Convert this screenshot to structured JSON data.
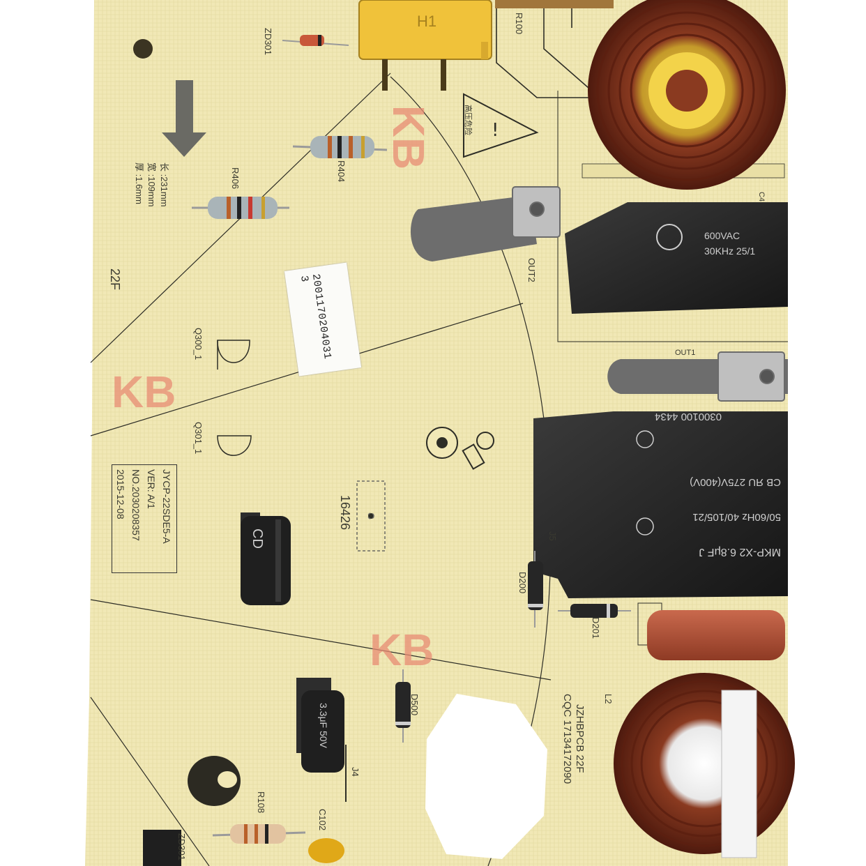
{
  "photo": {
    "subject": "induction cooker power PCB",
    "colors": {
      "board": "#f1e8b6",
      "coil_copper": "#7a2f1c",
      "capacitor_black": "#262626",
      "relay_yellow": "#f0c23a",
      "cap_red": "#b5533a",
      "kb_mark": "#e88c74"
    }
  },
  "silkscreen": {
    "zd301": "ZD301",
    "r100": "R100",
    "r406": "R406",
    "r404": "R404",
    "dim_len": "长 :231mm",
    "dim_wid": "宽 :109mm",
    "dim_thk": "厚 :1.6mm",
    "layer": "22F",
    "q300": "Q300_1",
    "q301": "Q301_1",
    "out2": "OUT2",
    "out1": "OUT1",
    "c4": "C4",
    "board_name": "JYCP-22SDE5-A",
    "version": "VER: A/1",
    "serial": "NO.2030208357",
    "date": "2015-12-08",
    "part_no": "16426",
    "j5": "J5",
    "d200": "D200",
    "d201": "D201",
    "d500": "D500",
    "j4": "J4",
    "r108": "R108",
    "c102": "C102",
    "l2": "L2",
    "maker": "JZHBPCB 22F",
    "cert": "CQC 17134172090",
    "warning": "高压危险",
    "kb": "KB"
  },
  "sticker": {
    "code": "2001170204031 3"
  },
  "components": {
    "cap_large_1": "CB ЯU 275V(400V)",
    "cap_large_2": "50/60Hz 40/105/21",
    "cap_large_3": "MKP-X2 6.8μF J",
    "cap_large_4": "0300100 4434",
    "cap_small_1": "600VAC",
    "cap_small_2": "30KHz 25/1",
    "relay": "H1",
    "elec_cap_brand": "CD",
    "elec_cap_2": "3.3μF 50V"
  }
}
